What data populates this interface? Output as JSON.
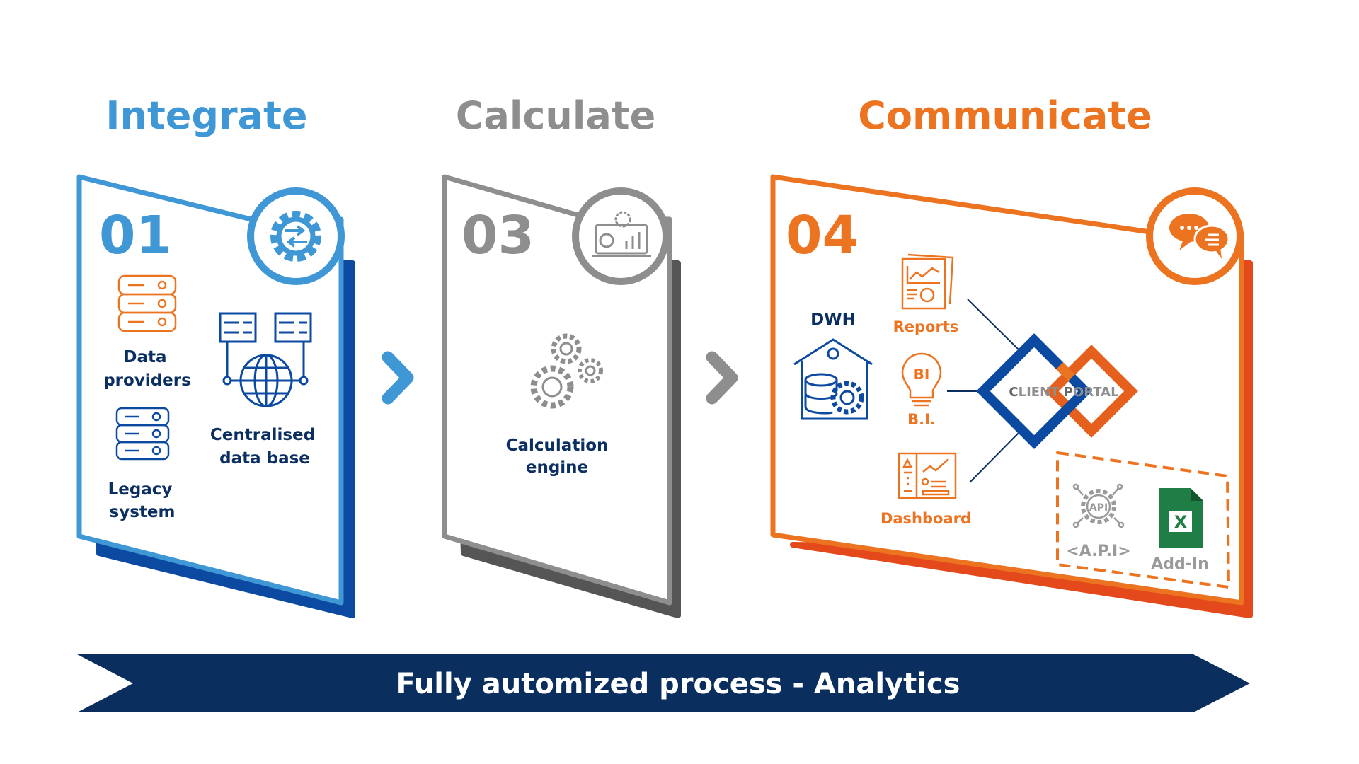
{
  "colors": {
    "blue": "#3f97d6",
    "dark_blue": "#0b4aa0",
    "navy": "#0c2f62",
    "gray": "#8e8e8e",
    "dark_gray": "#555555",
    "orange": "#ec7320",
    "red_orange": "#e4491c",
    "excel_green": "#1e7e45"
  },
  "stages": [
    {
      "title": "Integrate",
      "number": "01",
      "icon": "sync-gear-icon",
      "items": [
        {
          "label_lines": [
            "Data",
            "providers"
          ],
          "icon": "server-stack-icon"
        },
        {
          "label_lines": [
            "Legacy",
            "system"
          ],
          "icon": "server-stack-icon"
        },
        {
          "label_lines": [
            "Centralised",
            "data base"
          ],
          "icon": "network-globe-icon"
        }
      ]
    },
    {
      "title": "Calculate",
      "number": "03",
      "icon": "analytics-monitor-icon",
      "items": [
        {
          "label_lines": [
            "Calculation",
            "engine"
          ],
          "icon": "gears-icon"
        }
      ]
    },
    {
      "title": "Communicate",
      "number": "04",
      "icon": "chat-bubbles-icon",
      "dwh": "DWH",
      "items": [
        {
          "label": "Reports",
          "icon": "report-icon"
        },
        {
          "label": "B.I.",
          "icon": "bulb-bi-icon",
          "icon_text": "BI"
        },
        {
          "label": "Dashboard",
          "icon": "dashboard-icon"
        }
      ],
      "portal": {
        "first_c": "C",
        "rest1": "LIENT ",
        "first_p": "P",
        "rest2": "ORTAL"
      },
      "extras": [
        {
          "label": "<A.P.I>",
          "icon": "api-gear-icon",
          "icon_text": "API"
        },
        {
          "label": "Add-In",
          "icon": "excel-icon",
          "icon_text": "X"
        }
      ]
    }
  ],
  "banner": {
    "text": "Fully automized process - Analytics"
  }
}
